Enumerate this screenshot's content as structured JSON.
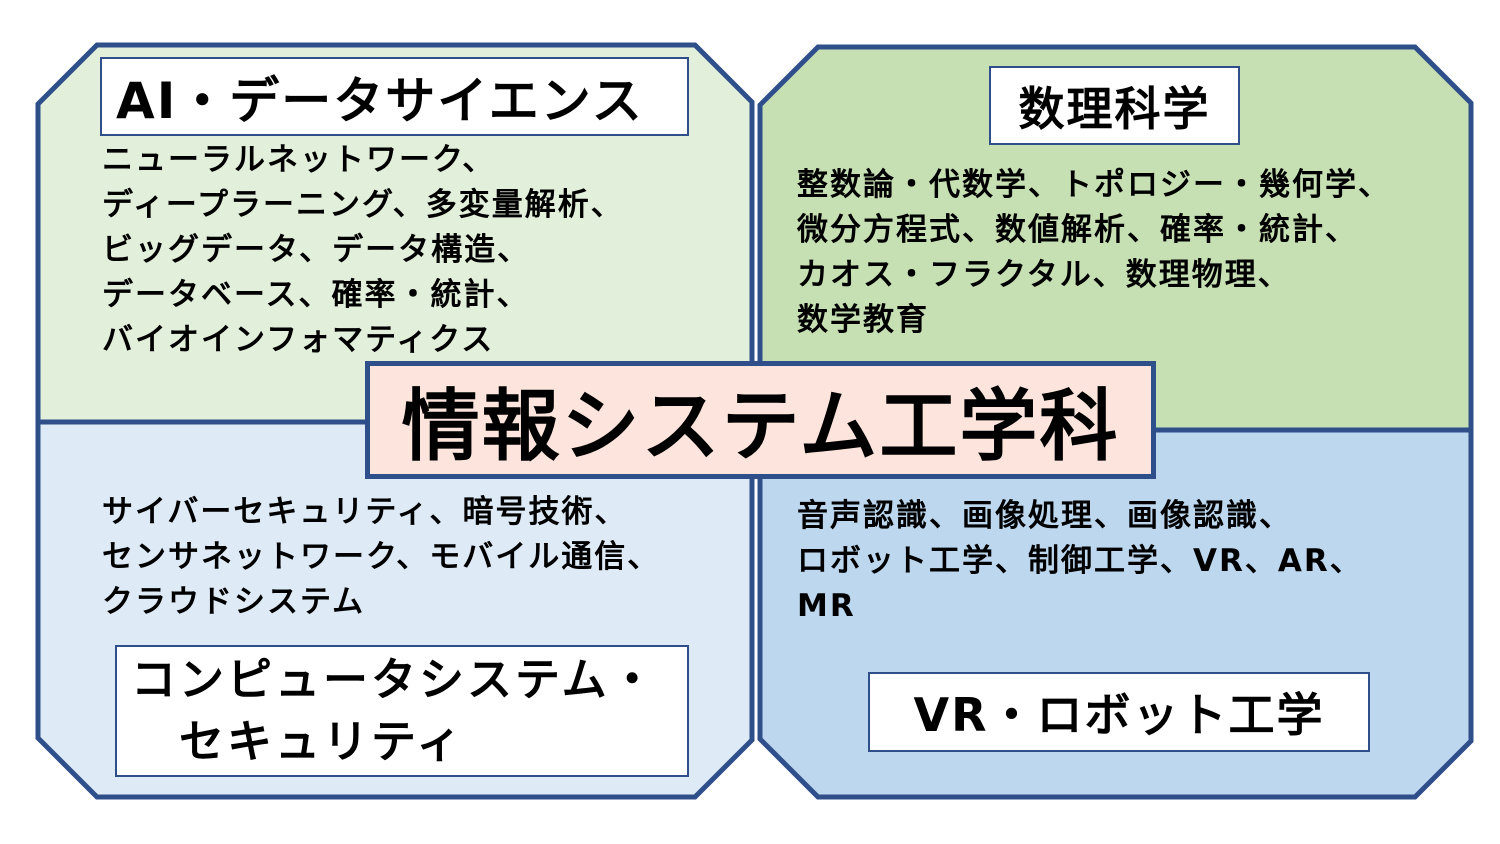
{
  "colors": {
    "border": "#2f4f8a",
    "ai_fill": "#e2efda",
    "math_fill": "#c6e0b4",
    "cs_fill": "#deebf7",
    "vr_fill": "#bdd7ee",
    "center_fill": "#fde5dd"
  },
  "center": {
    "title": "情報システム工学科"
  },
  "quadrants": {
    "ai": {
      "title": "AI・データサイエンス",
      "topics": [
        "ニューラルネットワーク、",
        "ディープラーニング、多変量解析、",
        "ビッグデータ、データ構造、",
        "データベース、確率・統計、",
        "バイオインフォマティクス"
      ]
    },
    "math": {
      "title": "数理科学",
      "topics": [
        "整数論・代数学、トポロジー・幾何学、",
        "微分方程式、数値解析、確率・統計、",
        "カオス・フラクタル、数理物理、",
        "数学教育"
      ]
    },
    "cs": {
      "title_lines": [
        "コンピュータシステム・",
        "セキュリティ"
      ],
      "topics": [
        "サイバーセキュリティ、暗号技術、",
        "センサネットワーク、モバイル通信、",
        "クラウドシステム"
      ]
    },
    "vr": {
      "title": "VR・ロボット工学",
      "topics": [
        "音声認識、画像処理、画像認識、",
        "ロボット工学、制御工学、VR、AR、",
        "MR"
      ]
    }
  }
}
